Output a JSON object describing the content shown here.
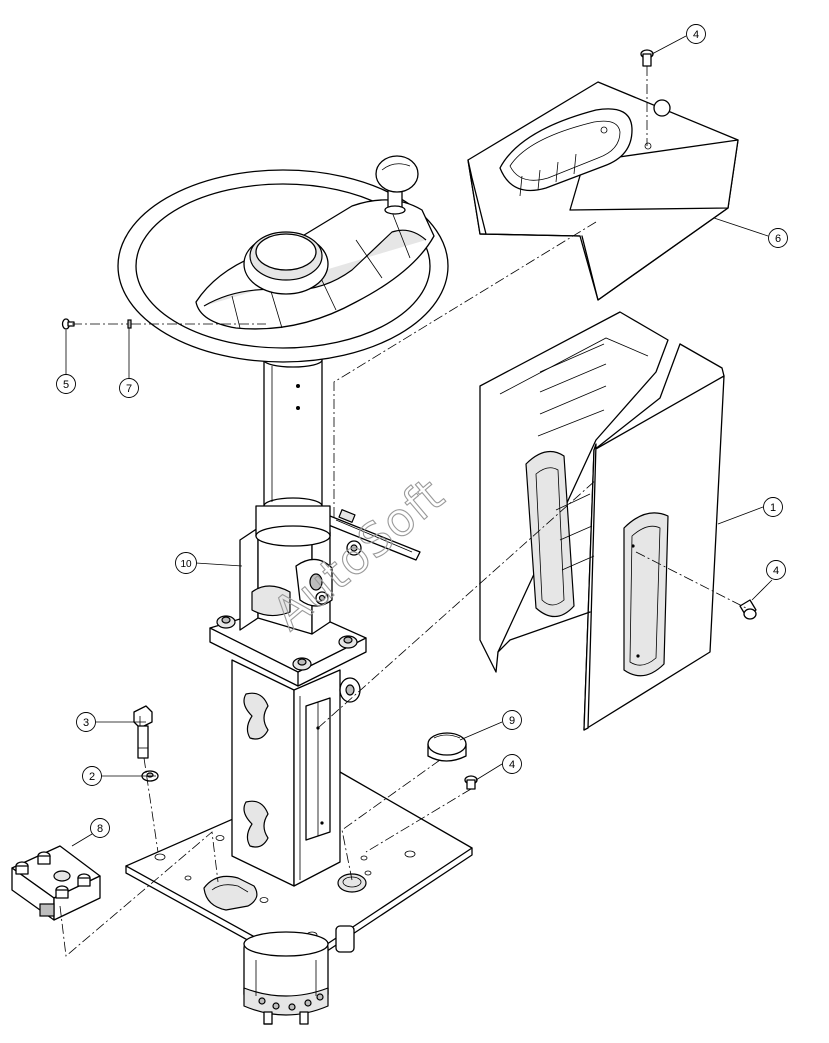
{
  "diagram": {
    "watermark": "AutoSoft",
    "callouts": [
      {
        "id": "c1",
        "label": "1"
      },
      {
        "id": "c2",
        "label": "2"
      },
      {
        "id": "c3",
        "label": "3"
      },
      {
        "id": "c4a",
        "label": "4"
      },
      {
        "id": "c4b",
        "label": "4"
      },
      {
        "id": "c4c",
        "label": "4"
      },
      {
        "id": "c5",
        "label": "5"
      },
      {
        "id": "c6",
        "label": "6"
      },
      {
        "id": "c7",
        "label": "7"
      },
      {
        "id": "c8",
        "label": "8"
      },
      {
        "id": "c9",
        "label": "9"
      },
      {
        "id": "c10",
        "label": "10"
      }
    ]
  }
}
